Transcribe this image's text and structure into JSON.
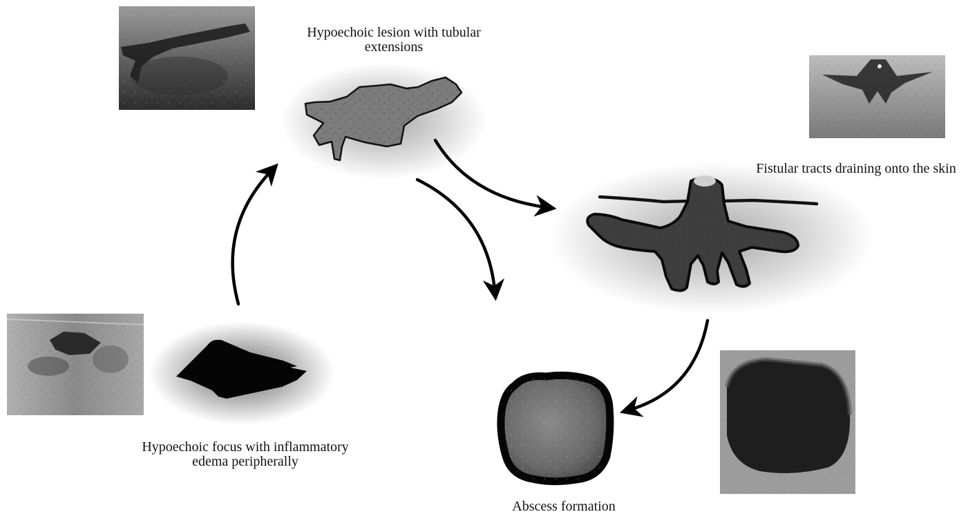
{
  "stages": {
    "focus": {
      "caption": [
        "Hypoechoic focus with inflammatory",
        "edema peripherally"
      ]
    },
    "lesion": {
      "caption": [
        "Hypoechoic lesion with tubular",
        "extensions"
      ]
    },
    "fistula": {
      "caption": [
        "Fistular tracts draining onto the skin"
      ]
    },
    "abscess": {
      "caption": [
        "Abscess formation"
      ]
    }
  },
  "flow": [
    {
      "from": "focus",
      "to": "lesion"
    },
    {
      "from": "lesion",
      "to": "fistula"
    },
    {
      "from": "lesion",
      "to": "abscess"
    },
    {
      "from": "fistula",
      "to": "abscess"
    }
  ]
}
